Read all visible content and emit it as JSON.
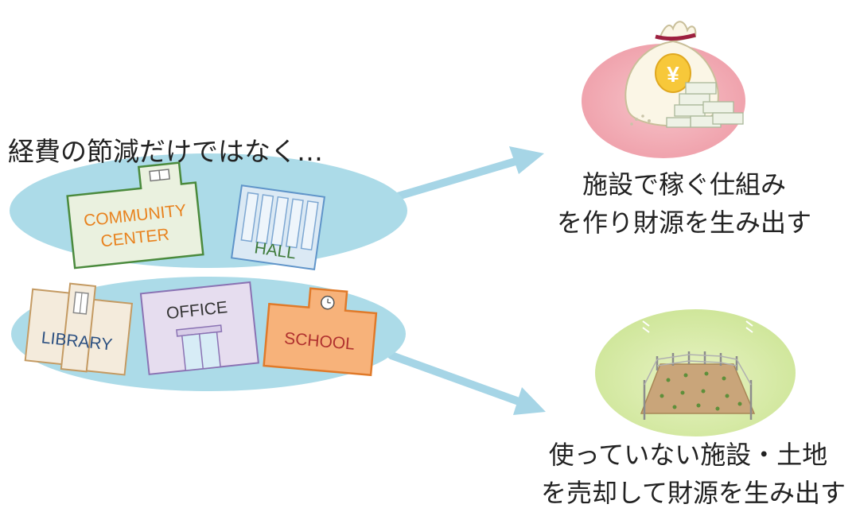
{
  "heading": "経費の節減だけではなく…",
  "buildings": {
    "community_center": [
      "COMMUNITY",
      "CENTER"
    ],
    "hall": "HALL",
    "library": "LIBRARY",
    "office": "OFFICE",
    "school": "SCHOOL"
  },
  "outcomes": {
    "earn": {
      "icon": "money-bag-yen-icon",
      "symbol": "¥",
      "lines": [
        "施設で稼ぐ仕組み",
        "を作り財源を生み出す"
      ]
    },
    "sell": {
      "icon": "vacant-land-icon",
      "lines": [
        "使っていない施設・土地",
        "を売却して財源を生み出す"
      ]
    }
  },
  "colors": {
    "ellipse": "#acdbe8",
    "arrow": "#a6d5e6",
    "pink_disc": "#f1aab3",
    "green_disc": "#d6eaa2",
    "community_text": "#e8821e",
    "hall_text": "#3e7b3a",
    "library_text": "#2b4f80",
    "office_text": "#333333",
    "school_text": "#b0312f"
  }
}
